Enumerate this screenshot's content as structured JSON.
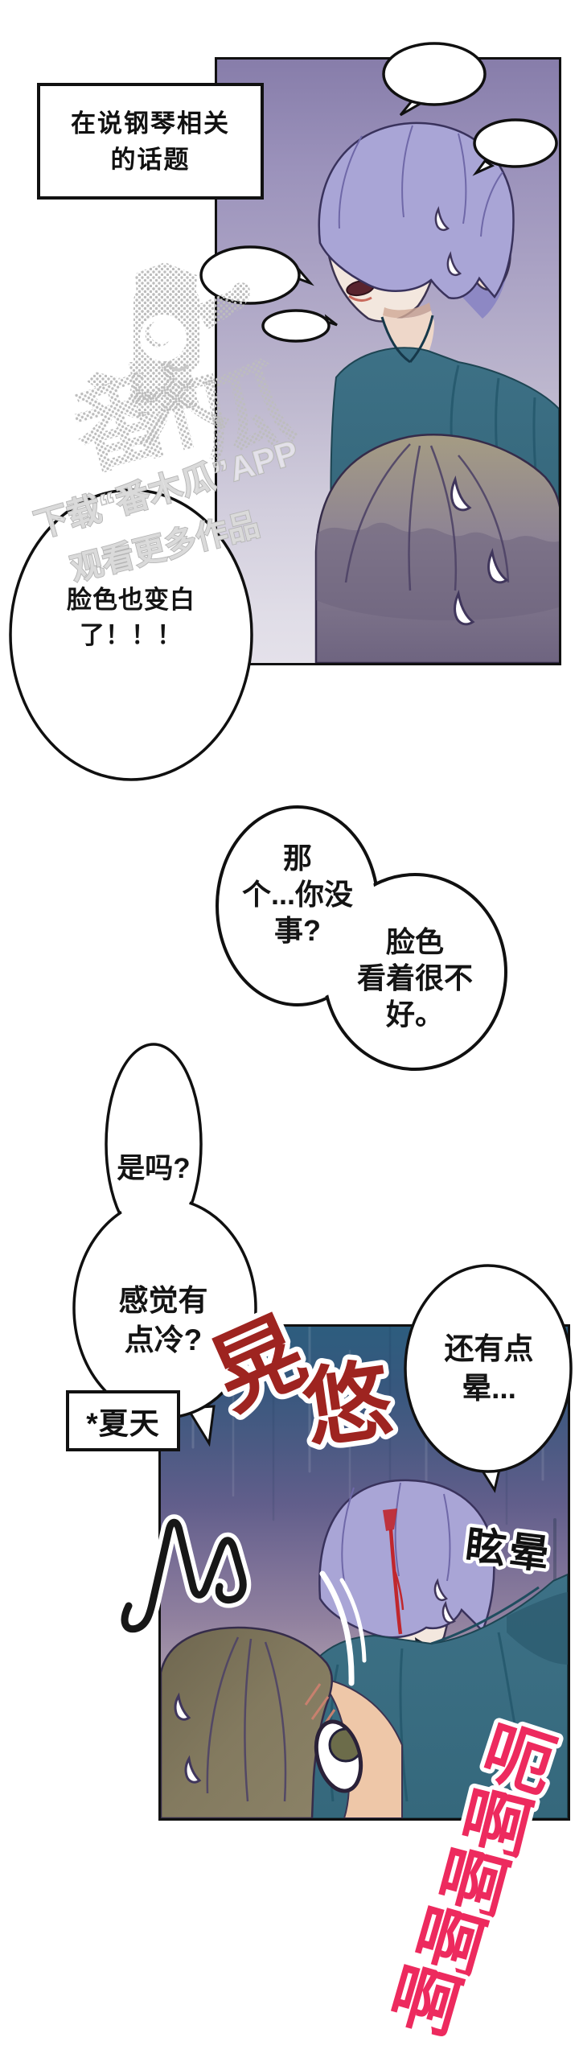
{
  "caption_top": {
    "line1": "在说钢琴相关",
    "line2": "的话题"
  },
  "bubble_pale": {
    "line1": "脸色也变白",
    "line2": "了！！！"
  },
  "bubble_are_you_ok": {
    "line1": "那",
    "line2": "个...你没",
    "line3": "事?"
  },
  "bubble_complexion": {
    "line1": "脸色",
    "line2": "看着很不",
    "line3": "好。"
  },
  "bubble_really": {
    "line1": "是吗?"
  },
  "bubble_feel_cold": {
    "line1": "感觉有",
    "line2": "点冷?"
  },
  "caption_summer": {
    "text": "*夏天"
  },
  "bubble_still_dizzy": {
    "line1": "还有点",
    "line2": "晕..."
  },
  "sfx_sway": {
    "char1": "晃",
    "char2": "悠"
  },
  "sfx_dizzy_label": {
    "text": "眩晕"
  },
  "sfx_groan": {
    "char1": "呃",
    "char2": "啊",
    "char3": "啊",
    "char4": "啊",
    "char5": "啊"
  },
  "watermark": {
    "brand_char1": "番",
    "brand_char2": "木",
    "brand_char3": "瓜",
    "tagline_line1": "下载“番木瓜”APP",
    "tagline_line2": "观看更多作品"
  },
  "colors": {
    "panel_border": "#111111",
    "panel1_bg_top": "#877daa",
    "panel1_bg_bottom": "#e4e1ea",
    "panel2_bg_top": "#2d5d7e",
    "panel2_bg_mid": "#7a6f96",
    "panel2_bg_bottom": "#ece4e9",
    "sfx_sway_red": "#9e2420",
    "sfx_groan_pink": "#ed2a5e",
    "sfx_outline_white": "#ffffff",
    "shirt_teal": "#3d7186",
    "hair_periwinkle": "#a9a5d6",
    "hair_olive": "#8b8267",
    "blood_red": "#c0272d",
    "watermark_gray": "#bdbdbd",
    "text_black": "#141414"
  }
}
